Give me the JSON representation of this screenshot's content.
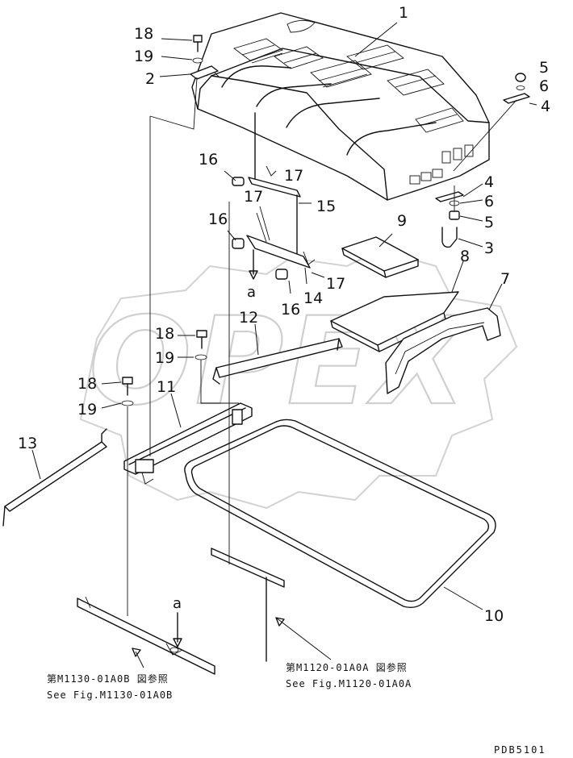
{
  "diagram": {
    "watermark": "OPEX",
    "callouts": [
      {
        "id": "c1",
        "label": "1"
      },
      {
        "id": "c2",
        "label": "2"
      },
      {
        "id": "c3",
        "label": "3"
      },
      {
        "id": "c4a",
        "label": "4"
      },
      {
        "id": "c4b",
        "label": "4"
      },
      {
        "id": "c5a",
        "label": "5"
      },
      {
        "id": "c5b",
        "label": "5"
      },
      {
        "id": "c6a",
        "label": "6"
      },
      {
        "id": "c6b",
        "label": "6"
      },
      {
        "id": "c7",
        "label": "7"
      },
      {
        "id": "c8",
        "label": "8"
      },
      {
        "id": "c9",
        "label": "9"
      },
      {
        "id": "c10",
        "label": "10"
      },
      {
        "id": "c11",
        "label": "11"
      },
      {
        "id": "c12",
        "label": "12"
      },
      {
        "id": "c13",
        "label": "13"
      },
      {
        "id": "c14",
        "label": "14"
      },
      {
        "id": "c15",
        "label": "15"
      },
      {
        "id": "c16a",
        "label": "16"
      },
      {
        "id": "c16b",
        "label": "16"
      },
      {
        "id": "c16c",
        "label": "16"
      },
      {
        "id": "c17a",
        "label": "17"
      },
      {
        "id": "c17b",
        "label": "17"
      },
      {
        "id": "c17c",
        "label": "17"
      },
      {
        "id": "c18a",
        "label": "18"
      },
      {
        "id": "c18b",
        "label": "18"
      },
      {
        "id": "c18c",
        "label": "18"
      },
      {
        "id": "c19a",
        "label": "19"
      },
      {
        "id": "c19b",
        "label": "19"
      },
      {
        "id": "c19c",
        "label": "19"
      }
    ],
    "view_markers": [
      {
        "id": "a1",
        "label": "a"
      },
      {
        "id": "a2",
        "label": "a"
      }
    ],
    "references": {
      "left_jp": "第M1130-01A0B 図参照",
      "left_en": "See Fig.M1130-01A0B",
      "right_jp": "第M1120-01A0A 図参照",
      "right_en": "See Fig.M1120-01A0A"
    },
    "page_code": "PDB5101"
  }
}
